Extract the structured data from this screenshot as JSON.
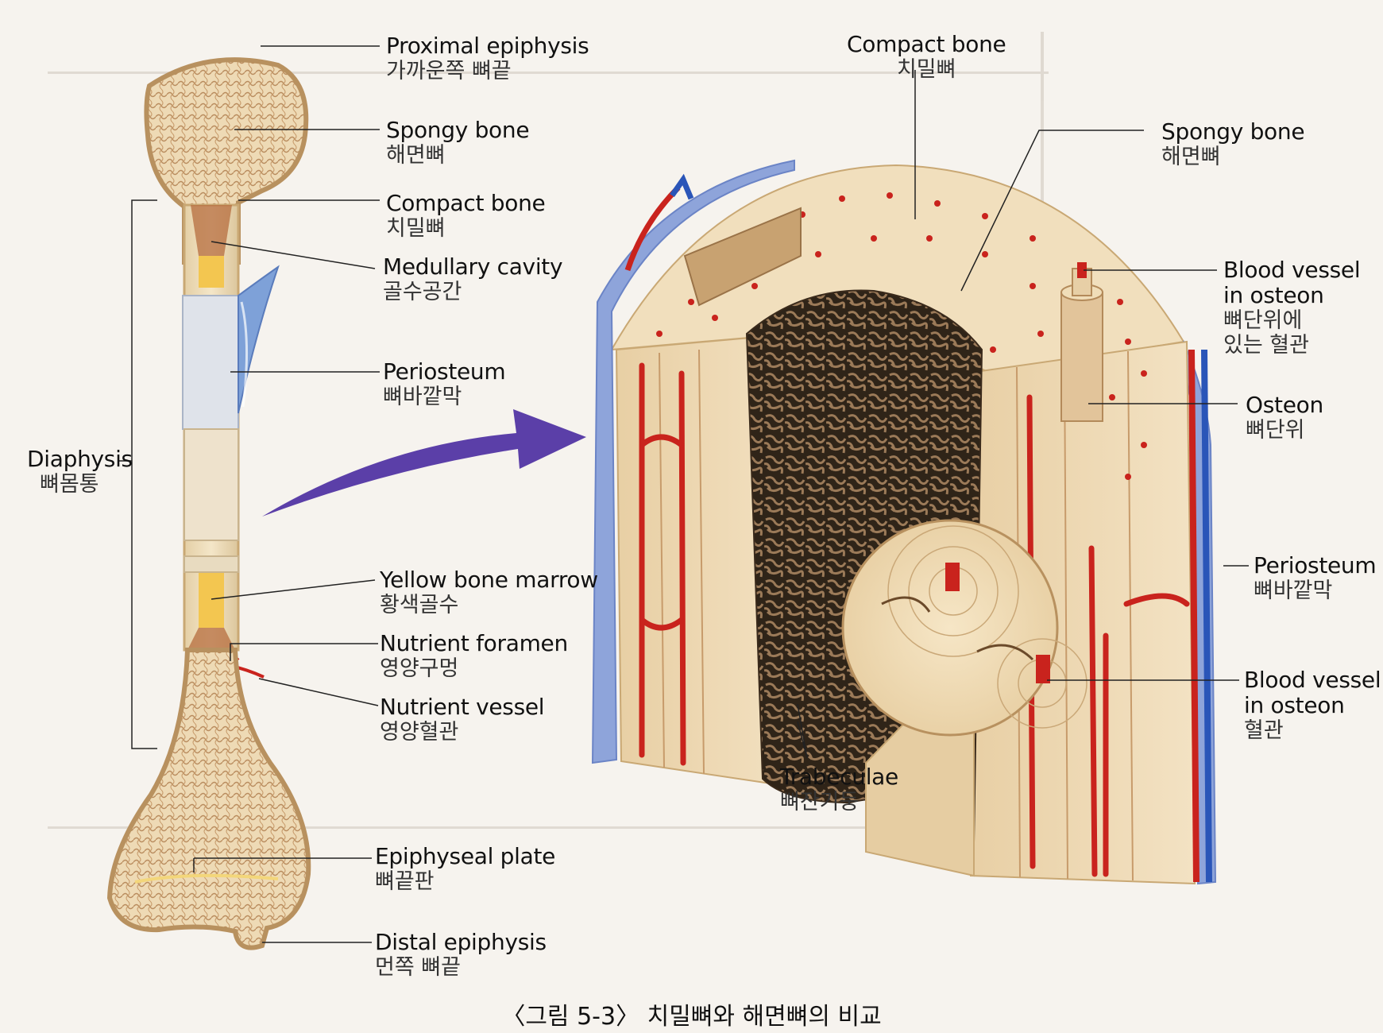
{
  "labels": {
    "proximal_epiphysis": {
      "en": "Proximal epiphysis",
      "ko": "가까운쪽 뼈끝"
    },
    "spongy_bone_left": {
      "en": "Spongy bone",
      "ko": "해면뼈"
    },
    "compact_bone_left": {
      "en": "Compact bone",
      "ko": "치밀뼈"
    },
    "medullary_cavity": {
      "en": "Medullary cavity",
      "ko": "골수공간"
    },
    "periosteum_left": {
      "en": "Periosteum",
      "ko": "뼈바깥막"
    },
    "diaphysis": {
      "en": "Diaphysis",
      "ko": "뼈몸통"
    },
    "yellow_bone_marrow": {
      "en": "Yellow bone marrow",
      "ko": "황색골수"
    },
    "nutrient_foramen": {
      "en": "Nutrient foramen",
      "ko": "영양구멍"
    },
    "nutrient_vessel": {
      "en": "Nutrient vessel",
      "ko": "영양혈관"
    },
    "epiphyseal_plate": {
      "en": "Epiphyseal plate",
      "ko": "뼈끝판"
    },
    "distal_epiphysis": {
      "en": "Distal epiphysis",
      "ko": "먼쪽 뼈끝"
    },
    "compact_bone_top": {
      "en": "Compact bone",
      "ko": "치밀뼈"
    },
    "spongy_bone_right": {
      "en": "Spongy bone",
      "ko": "해면뼈"
    },
    "blood_vessel_osteon": {
      "en1": "Blood vessel",
      "en2": "in osteon",
      "ko1": "뼈단위에",
      "ko2": "있는 혈관"
    },
    "osteon": {
      "en": "Osteon",
      "ko": "뼈단위"
    },
    "periosteum_right": {
      "en": "Periosteum",
      "ko": "뼈바깥막"
    },
    "blood_vessel_lower": {
      "en1": "Blood vessel",
      "en2": "in osteon",
      "ko": "혈관"
    },
    "trabeculae": {
      "en": "Trabeculae",
      "ko": "뼈잔기둥"
    }
  },
  "caption": "〈그림 5-3〉 치밀뼈와 해면뼈의 비교",
  "colors": {
    "bone": "#efdcb8",
    "spongy": "#c9a276",
    "marrow": "#f3c650",
    "vessel": "#c9231d",
    "periosteum": "#9fb2df",
    "arrow": "#5b3fa8"
  }
}
